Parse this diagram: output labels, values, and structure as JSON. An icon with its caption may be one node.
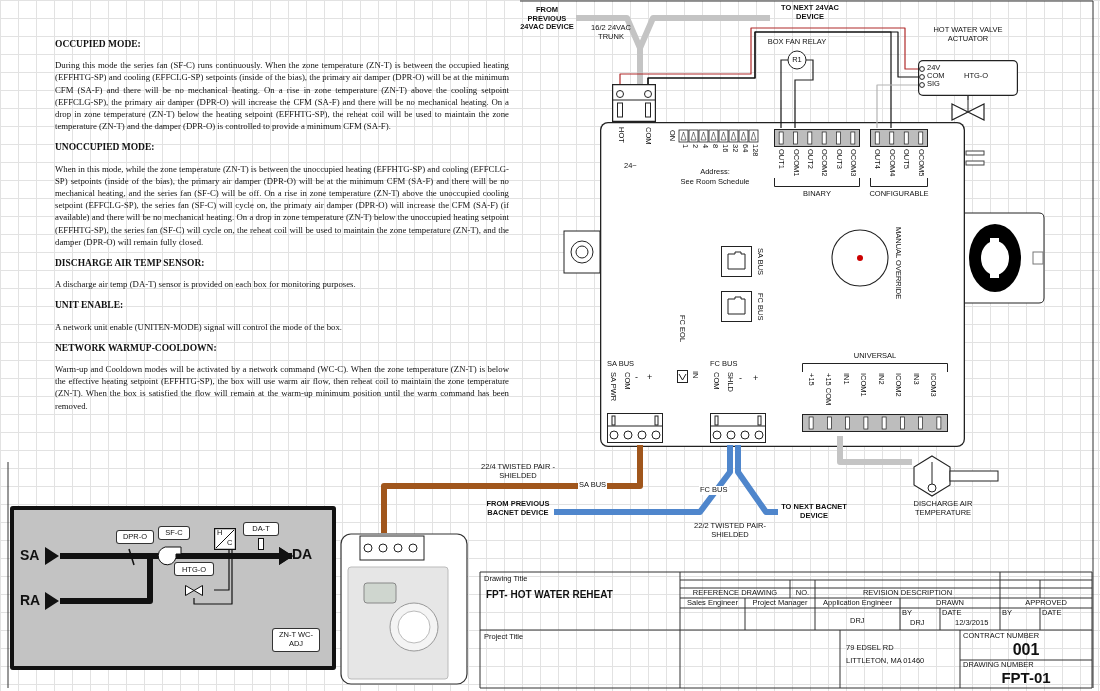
{
  "diagram": {
    "nodes": [
      {
        "text": [
          "FROM PREVIOUS 24VAC DEVICE"
        ]
      },
      {
        "text": [
          "TO NEXT 24VAC DEVICE"
        ]
      },
      {
        "text": [],
        "shape": "box"
      },
      {
        "text": [
          "R1"
        ],
        "beside": [
          "BOX FAN RELAY"
        ]
      },
      {
        "text": [
          "24V",
          "COM",
          "SIG",
          "HTG-O"
        ],
        "beside": [
          "HOT WATER VALVE ACTUATOR"
        ]
      },
      {
        "text": [],
        "shape": "valve"
      },
      {
        "text": [],
        "shape": "box"
      },
      {
        "text": [
          "ON",
          "1",
          "2",
          "4",
          "8",
          "16",
          "32",
          "64",
          "128",
          "Address:",
          "See Room Schedule"
        ],
        "in": 6
      },
      {
        "text": [
          "OUT1",
          "OCOM1",
          "OUT2",
          "OCOM2",
          "OUT3",
          "OCOM3",
          "BINARY"
        ],
        "in": 6
      },
      {
        "text": [
          "OUT4",
          "OCOM4",
          "OUT5",
          "OCOM5",
          "CONFIGURABLE"
        ],
        "in": 6
      },
      {
        "text": [
          "SA BUS"
        ],
        "in": 6
      },
      {
        "text": [
          "FC BUS"
        ],
        "in": 6
      },
      {
        "text": [
          "MANUAL OVERRIDE"
        ],
        "in": 6
      },
      {
        "text": [
          "FC EOL",
          "IN"
        ],
        "in": 6
      },
      {
        "text": [
          "SA BUS",
          "SA PWR",
          "COM",
          "-",
          "+"
        ],
        "in": 6
      },
      {
        "text": [
          "FC BUS",
          "COM",
          "SHLD",
          "-",
          "+"
        ],
        "in": 6
      },
      {
        "text": [
          "UNIVERSAL",
          "+15",
          "+15 COM",
          "IN1",
          "ICOM1",
          "IN2",
          "ICOM2",
          "IN3",
          "ICOM3"
        ],
        "in": 6
      },
      {
        "text": [],
        "shape": "picture",
        "beside": [
          "DISCHARGE AIR TEMPERATURE"
        ]
      },
      {
        "text": [
          "FROM PREVIOUS BACNET DEVICE"
        ]
      },
      {
        "text": [
          "TO NEXT BACNET DEVICE"
        ]
      },
      {
        "text": [],
        "shape": "picture"
      },
      {
        "text": [],
        "shape": "box"
      },
      {
        "text": [
          "SA"
        ],
        "in": 21
      },
      {
        "text": [
          "RA"
        ],
        "in": 21
      },
      {
        "text": [
          "DA"
        ],
        "in": 21
      },
      {
        "text": [
          "DPR-O"
        ],
        "in": 21
      },
      {
        "text": [
          "SF-C"
        ],
        "in": 21
      },
      {
        "text": [
          "HTG-O"
        ],
        "in": 21
      },
      {
        "text": [
          "H",
          "C"
        ],
        "in": 21
      },
      {
        "text": [
          "DA-T"
        ],
        "in": 21
      },
      {
        "text": [
          "ZN-T WC-ADJ"
        ],
        "in": 21
      }
    ],
    "edges": [
      {
        "from": 0,
        "to": 2,
        "arrow": "none",
        "color": "#c4c4c4"
      },
      {
        "from": 2,
        "to": 1,
        "arrow": "none",
        "color": "#c4c4c4"
      },
      {
        "from": 2,
        "to": 4,
        "arrow": "none",
        "color": "#b02a2a"
      },
      {
        "from": 2,
        "to": 4,
        "arrow": "none",
        "color": "#111111"
      },
      {
        "from": 2,
        "to": 9,
        "arrow": "none",
        "color": "#111111"
      },
      {
        "from": 3,
        "to": 8,
        "arrow": "none",
        "color": "#111111"
      },
      {
        "from": 4,
        "to": 9,
        "arrow": "none",
        "color": "#b4b4b4"
      },
      {
        "from": 4,
        "to": 5,
        "arrow": "none",
        "color": "#111111"
      },
      {
        "from": 14,
        "to": 20,
        "label": "SA BUS",
        "arrow": "none",
        "color": "#a0561c"
      },
      {
        "from": 18,
        "to": 15,
        "label": "FC BUS",
        "arrow": "none",
        "color": "#4f86cc"
      },
      {
        "from": 15,
        "to": 19,
        "arrow": "none",
        "color": "#4f86cc"
      },
      {
        "from": 16,
        "to": 17,
        "arrow": "none",
        "color": "#c4c4c4"
      },
      {
        "from": 22,
        "to": 24,
        "arrow": "to",
        "color": "#111111"
      },
      {
        "from": 23,
        "to": 24,
        "arrow": "to",
        "color": "#111111"
      },
      {
        "from": 27,
        "to": 28,
        "arrow": "none",
        "color": "#111111"
      }
    ],
    "labels": [
      "OCCUPIED MODE:",
      "During this mode the series fan (SF-C) runs continuously. When the zone temperature (ZN-T) is between the occupied heating (EFFHTG-SP) and cooling (EFFCLG-SP) setpoints (inside of the bias), the primary air damper (DPR-O) will be at the minimum CFM (SA-F) and there will be no mechanical heating. On a rise in zone temperature (ZN-T) above the cooling setpoint (EFFCLG-SP), the primary air damper (DPR-O) will increase the CFM (SA-F) and there will be no mechanical heating. On a drop in zone temperature (ZN-T) below the heating setpoint (EFFHTG-SP), the reheat coil will be used to maintain the zone temperature (ZN-T) and the damper (DPR-O) is controlled to provide a minimum CFM (SA-F).",
      "UNOCCUPIED MODE:",
      "When in this mode, while the zone temperature (ZN-T) is between the unoccupied heating (EFFHTG-SP) and cooling (EFFCLG-SP) setpoints (inside of the bias), the primary air damper (DPR-O) will be at the minimum CFM (SA-F) and there will be no mechanical heating, and the series fan (SF-C) will be off. On a rise in zone temperature (ZN-T) above the unoccupied cooling setpoint (EFFCLG-SP), the series fan (SF-C) will cycle on, the primary air damper (DPR-O) will increase the CFM (SA-F) (if available) and there will be no mechanical heating. On a drop in zone temperature (ZN-T) below the unoccupied heating setpoint (EFFHTG-SP), the series fan (SF-C) will cycle on, the reheat coil will be used to maintain the zone temperature (ZN-T), and the damper (DPR-O) will remain fully closed.",
      "DISCHARGE AIR TEMP SENSOR:",
      "A discharge air temp (DA-T) sensor is provided on each box for monitoring purposes.",
      "UNIT ENABLE:",
      "A network unit enable (UNITEN-MODE) signal will control the mode of the box.",
      "NETWORK WARMUP-COOLDOWN:",
      "Warm-up and Cooldown modes will be activated by a network command (WC-C). When the zone temperature (ZN-T) is below the effective heating setpoint (EFFHTG-SP), the box will use warm air flow, then reheat coil to maintain the zone temperature (ZN-T). When the box is satisfied the flow will remain at the warm-up minimum position until the warm command has been removed.",
      "16/2 24VAC TRUNK",
      "HOT",
      "COM",
      "24~",
      "22/4 TWISTED PAIR - SHIELDED",
      "22/2 TWISTED PAIR- SHIELDED",
      "Drawing Title",
      "FPT- HOT WATER REHEAT",
      "REFERENCE DRAWING",
      "NO.",
      "REVISION DESCRIPTION",
      "Sales Engineer",
      "Project Manager",
      "Application Engineer",
      "DRJ",
      "DRAWN",
      "APPROVED",
      "BY",
      "DRJ",
      "DATE",
      "12/3/2015",
      "BY",
      "DATE",
      "Project Title",
      "79 EDSEL RD",
      "LITTLETON, MA 01460",
      "CONTRACT NUMBER",
      "001",
      "DRAWING NUMBER",
      "FPT-01"
    ]
  }
}
